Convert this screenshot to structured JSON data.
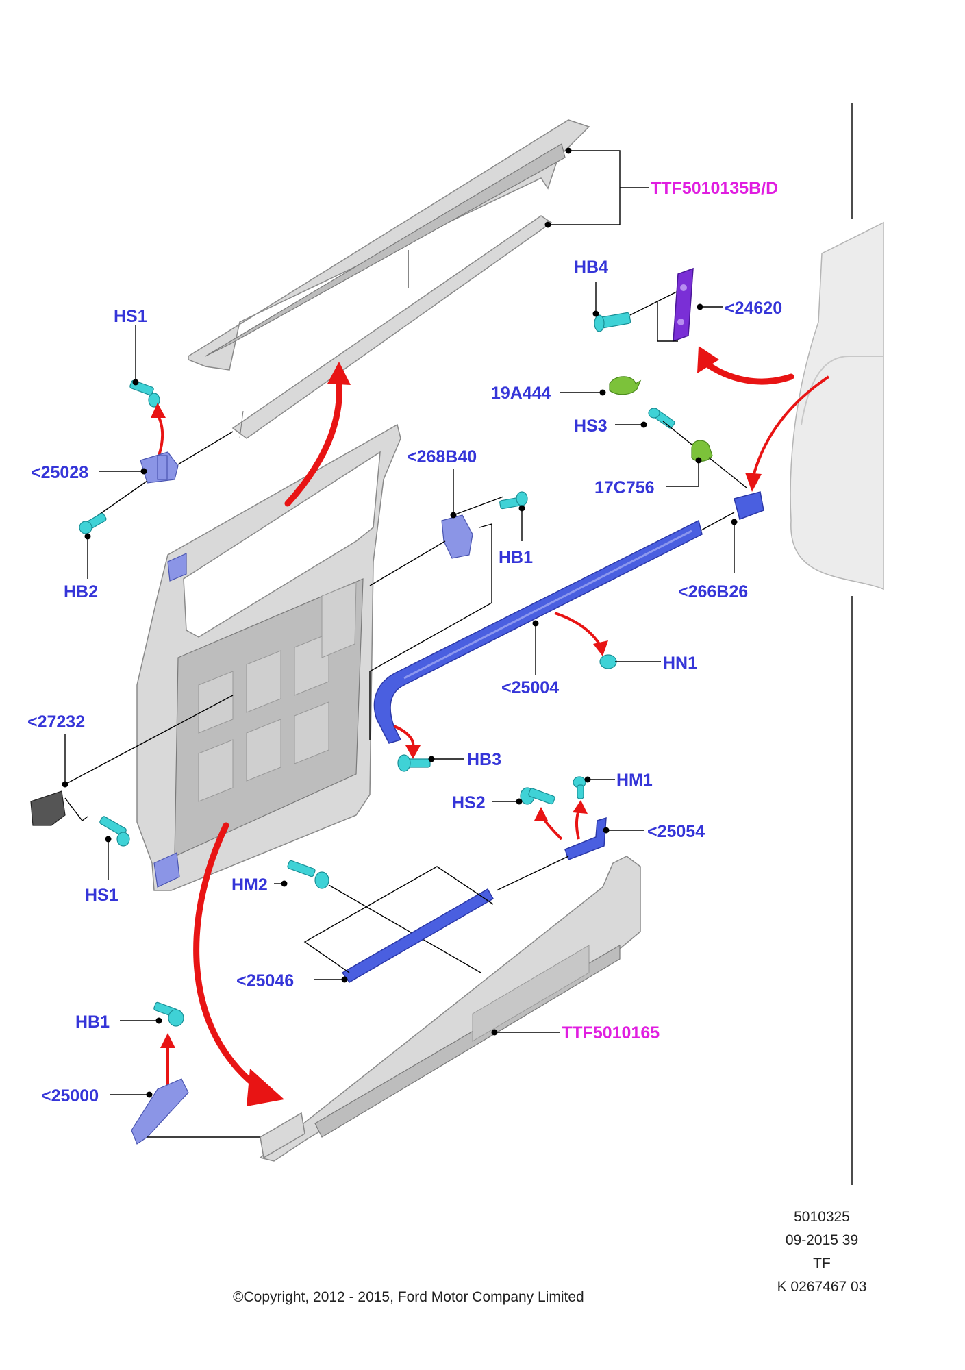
{
  "labels": {
    "ttf5010135": "TTF5010135B/D",
    "hb4": "HB4",
    "p24620": "<24620",
    "hs1_top": "HS1",
    "p19a444": "19A444",
    "hs3": "HS3",
    "p25028": "<25028",
    "p268b40": "<268B40",
    "p17c756": "17C756",
    "hb1_mid": "HB1",
    "hb2": "HB2",
    "p266b26": "<266B26",
    "hn1": "HN1",
    "p25004": "<25004",
    "p27232": "<27232",
    "hb3": "HB3",
    "hm1": "HM1",
    "hs2": "HS2",
    "p25054": "<25054",
    "hs1_bottom": "HS1",
    "hm2": "HM2",
    "p25046": "<25046",
    "ttf5010165": "TTF5010165",
    "hb1_bottom": "HB1",
    "p25000": "<25000"
  },
  "meta": {
    "line1": "5010325",
    "line2": "09-2015 39",
    "line3": "TF",
    "line4": "K 0267467 03"
  },
  "copyright": "©Copyright, 2012 - 2015, Ford Motor Company Limited",
  "colors": {
    "label": "#3535d8",
    "reference_label": "#e01ee0",
    "arrow": "#e81414",
    "fastener": "#3fd2d6",
    "bracket": "#4a5fe0"
  }
}
